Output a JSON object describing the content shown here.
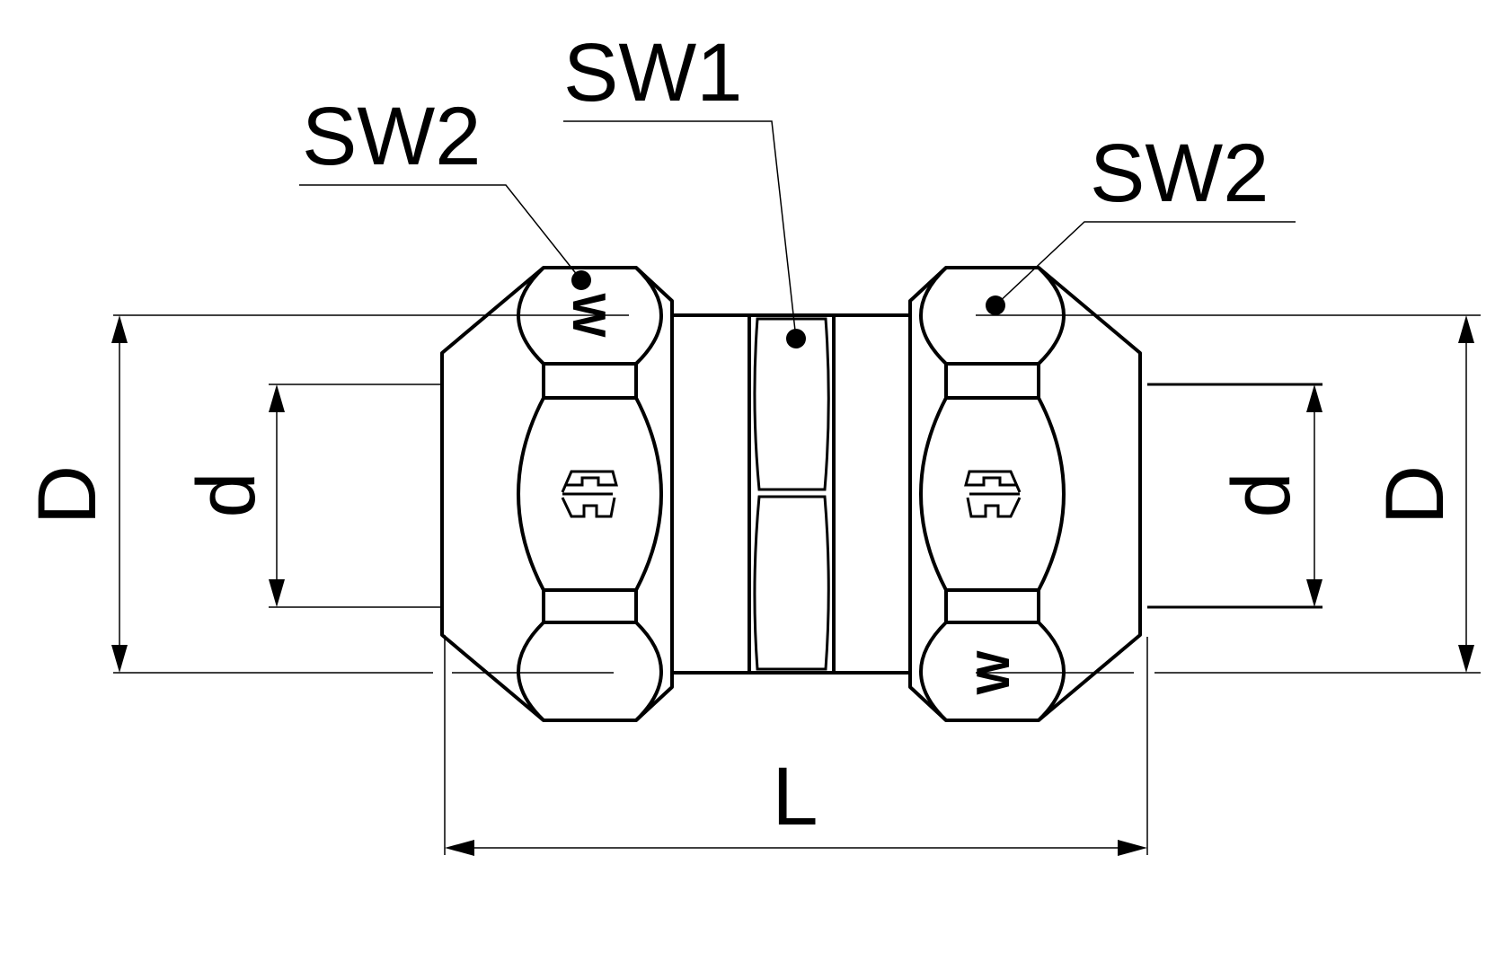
{
  "labels": {
    "sw1": "SW1",
    "sw2_left": "SW2",
    "sw2_right": "SW2",
    "outer_diameter_left": "D",
    "outer_diameter_right": "D",
    "inner_diameter_left": "d",
    "inner_diameter_right": "d",
    "length": "L"
  },
  "markings": {
    "nut_letter_left": "W",
    "nut_letter_right": "W"
  },
  "colors": {
    "line": "#000000",
    "background": "#ffffff"
  }
}
